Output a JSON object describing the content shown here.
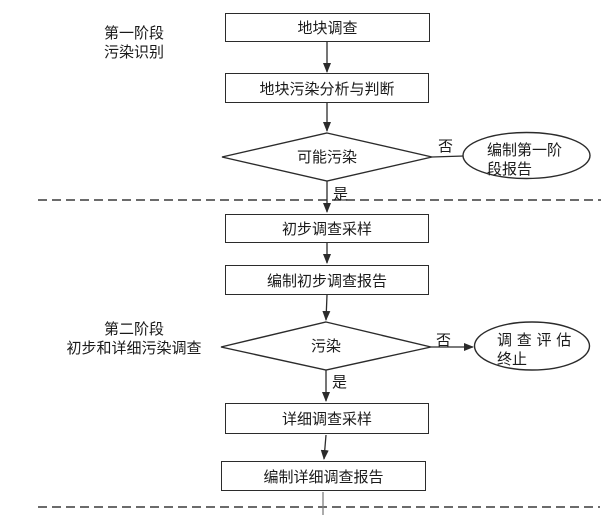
{
  "diagram": {
    "stage1": {
      "title_lines": [
        "第一阶段",
        "污染识别"
      ]
    },
    "stage2": {
      "title_lines": [
        "第二阶段",
        "初步和详细污染调查"
      ]
    },
    "nodes": {
      "site_survey": "地块调查",
      "pollution_analysis": "地块污染分析与判断",
      "maybe_polluted": "可能污染",
      "phase1_report_lines": [
        "编制第一阶",
        "段报告"
      ],
      "prelim_sampling": "初步调查采样",
      "prelim_report": "编制初步调查报告",
      "polluted": "污染",
      "terminate_lines": [
        "调 查 评 估",
        "终止"
      ],
      "detail_sampling": "详细调查采样",
      "detail_report": "编制详细调查报告"
    },
    "branches": {
      "yes": "是",
      "no": "否"
    },
    "colors": {
      "stroke": "#2b2b2b",
      "divider": "#3a3a3a",
      "tail": "#808080",
      "background": "#ffffff"
    }
  }
}
